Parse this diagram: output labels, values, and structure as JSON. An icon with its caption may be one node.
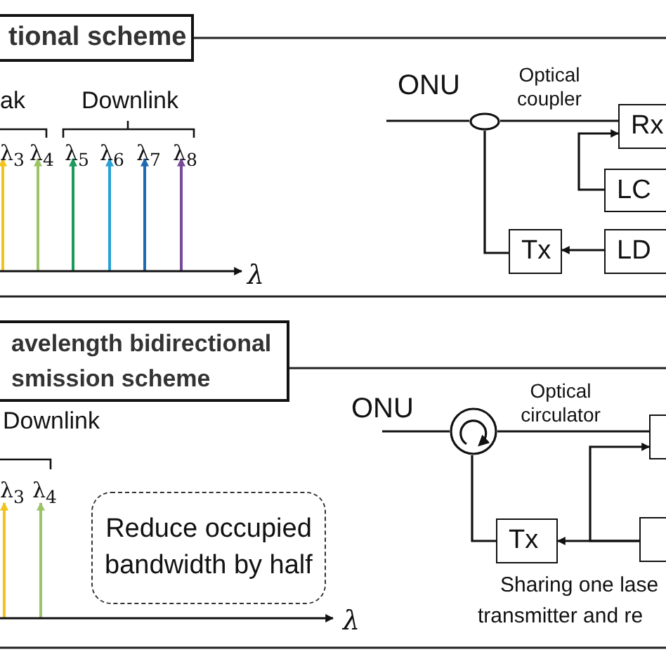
{
  "diagram": {
    "nodes": [
      {
        "text": [
          "tional scheme"
        ]
      },
      {
        "text": [],
        "shape": "ellipse",
        "beside": [
          "Optical coupler"
        ]
      },
      {
        "text": [
          "Rx"
        ]
      },
      {
        "text": [
          "LC"
        ]
      },
      {
        "text": [
          "Tx"
        ]
      },
      {
        "text": [
          "LD"
        ]
      },
      {
        "text": [
          "avelength bidirectional smission scheme"
        ]
      },
      {
        "text": [
          "Reduce occupied bandwidth by half"
        ]
      },
      {
        "text": [],
        "shape": "circle",
        "beside": [
          "Optical circulator"
        ]
      },
      {
        "text": [],
        "shape": "box"
      },
      {
        "text": [
          "Tx"
        ]
      },
      {
        "text": [],
        "shape": "box"
      }
    ],
    "edges": [
      {
        "from": null,
        "to": 1,
        "arrow": "none"
      },
      {
        "from": 1,
        "to": 2,
        "arrow": "none"
      },
      {
        "from": 1,
        "to": 4,
        "arrow": "none"
      },
      {
        "from": 3,
        "to": 2,
        "arrow": "to"
      },
      {
        "from": 5,
        "to": 4,
        "arrow": "to"
      },
      {
        "from": null,
        "to": 8,
        "arrow": "none"
      },
      {
        "from": 8,
        "to": 9,
        "arrow": "none"
      },
      {
        "from": 8,
        "to": 10,
        "arrow": "none"
      },
      {
        "from": 11,
        "to": 10,
        "arrow": "to"
      },
      {
        "from": 11,
        "to": 9,
        "arrow": "to"
      }
    ],
    "labels": [
      "ONU",
      "ak",
      "Downlink",
      "λ$_{3}$",
      "λ$_{4}$",
      "λ$_{5}$",
      "λ$_{6}$",
      "λ$_{7}$",
      "λ$_{8}$",
      "λ",
      "ONU",
      "Downlink",
      "λ$_{3}$",
      "λ$_{4}$",
      "λ",
      "Sharing one lase",
      "transmitter and re"
    ]
  }
}
